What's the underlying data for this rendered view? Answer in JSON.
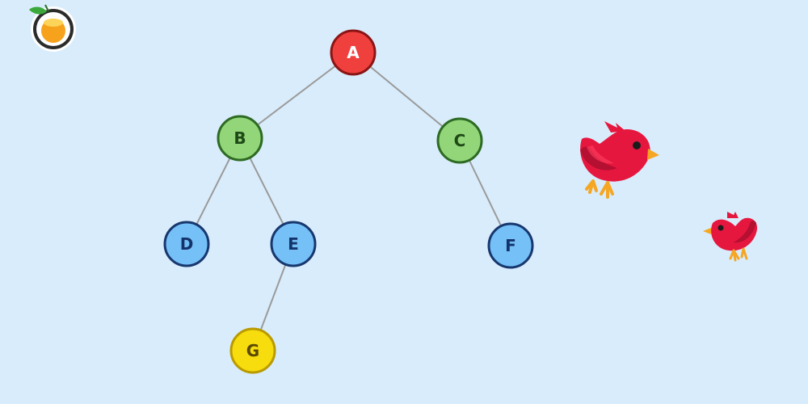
{
  "palette": {
    "background": "#d9ecfb",
    "edge": "#9a9a9a",
    "red_fill": "#f0403e",
    "red_stroke": "#8a1515",
    "red_text": "#ffffff",
    "green_fill": "#93d67a",
    "green_stroke": "#2d6a23",
    "green_text": "#1f4a17",
    "blue_fill": "#74c0f7",
    "blue_stroke": "#17376e",
    "blue_text": "#13346b",
    "yellow_fill": "#f7dc0e",
    "yellow_stroke": "#b99a00",
    "yellow_text": "#5a4a00"
  },
  "tree": {
    "nodes": [
      {
        "id": "A",
        "label": "A",
        "color": "red"
      },
      {
        "id": "B",
        "label": "B",
        "color": "green"
      },
      {
        "id": "C",
        "label": "C",
        "color": "green"
      },
      {
        "id": "D",
        "label": "D",
        "color": "blue"
      },
      {
        "id": "E",
        "label": "E",
        "color": "blue"
      },
      {
        "id": "F",
        "label": "F",
        "color": "blue"
      },
      {
        "id": "G",
        "label": "G",
        "color": "yellow"
      }
    ],
    "edges": [
      {
        "from": "A",
        "to": "B"
      },
      {
        "from": "A",
        "to": "C"
      },
      {
        "from": "B",
        "to": "D"
      },
      {
        "from": "B",
        "to": "E"
      },
      {
        "from": "C",
        "to": "F"
      },
      {
        "from": "E",
        "to": "G"
      }
    ]
  },
  "decorations": {
    "logo_icon": "orange-fruit-logo",
    "bird_icons": [
      "red-bird-icon",
      "red-bird-icon"
    ]
  }
}
